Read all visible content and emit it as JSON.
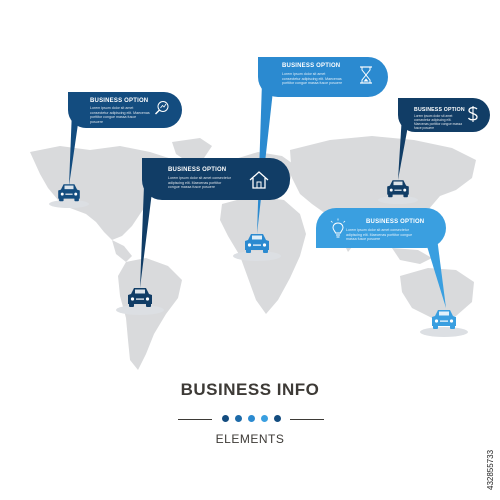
{
  "infographic": {
    "heading": "BUSINESS INFO",
    "subheading": "ELEMENTS",
    "stock_id": "432855733",
    "dot_colors": [
      "#134c7f",
      "#1d6aa8",
      "#2b8ad0",
      "#3a9fe0",
      "#134c7f"
    ]
  },
  "callouts": [
    {
      "title": "BUSINESS OPTION",
      "body": "Lorem ipsum dolor sit amet consectetur adipiscing elit. Maecenas porttitor congue massa fusce posuere",
      "icon": "magnifier-chart-icon",
      "color": "#134c7f"
    },
    {
      "title": "BUSINESS OPTION",
      "body": "Lorem ipsum dolor sit amet consectetur adipiscing elit. Maecenas porttitor congue massa fusce posuere",
      "icon": "house-icon",
      "color": "#113d66"
    },
    {
      "title": "BUSINESS OPTION",
      "body": "Lorem ipsum dolor sit amet consectetur adipiscing elit. Maecenas porttitor congue massa fusce posuere",
      "icon": "hourglass-icon",
      "color": "#2b8ad0"
    },
    {
      "title": "BUSINESS OPTION",
      "body": "Lorem ipsum dolor sit amet consectetur adipiscing elit. Maecenas porttitor congue massa fusce posuere",
      "icon": "dollar-icon",
      "color": "#113d66"
    },
    {
      "title": "BUSINESS OPTION",
      "body": "Lorem ipsum dolor sit amet consectetur adipiscing elit. Maecenas porttitor congue massa fusce posuere",
      "icon": "lightbulb-icon",
      "color": "#3a9fe0"
    }
  ],
  "markers": [
    {
      "icon": "car-icon",
      "color": "#134c7f"
    },
    {
      "icon": "car-icon",
      "color": "#113d66"
    },
    {
      "icon": "car-icon",
      "color": "#2b8ad0"
    },
    {
      "icon": "car-icon",
      "color": "#113d66"
    },
    {
      "icon": "car-icon",
      "color": "#3a9fe0"
    }
  ]
}
